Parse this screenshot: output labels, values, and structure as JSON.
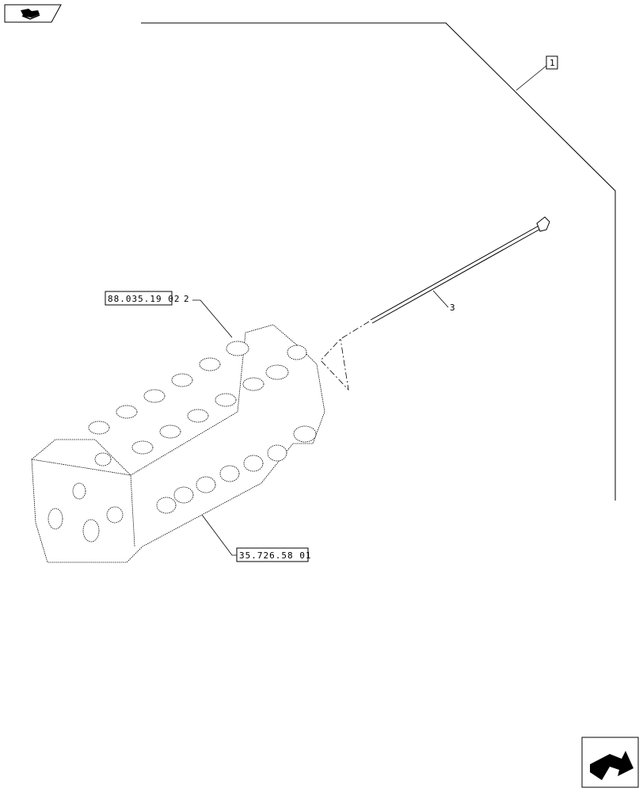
{
  "references": {
    "item_1": "1",
    "item_2": "2",
    "item_3": "3",
    "ref_valve": "88.035.19 02",
    "ref_spools": "35.726.58 01"
  },
  "icons": {
    "top_left": "book-arrow-icon",
    "bottom_right": "next-page-arrow-icon"
  },
  "colors": {
    "line": "#000000",
    "background": "#ffffff"
  }
}
